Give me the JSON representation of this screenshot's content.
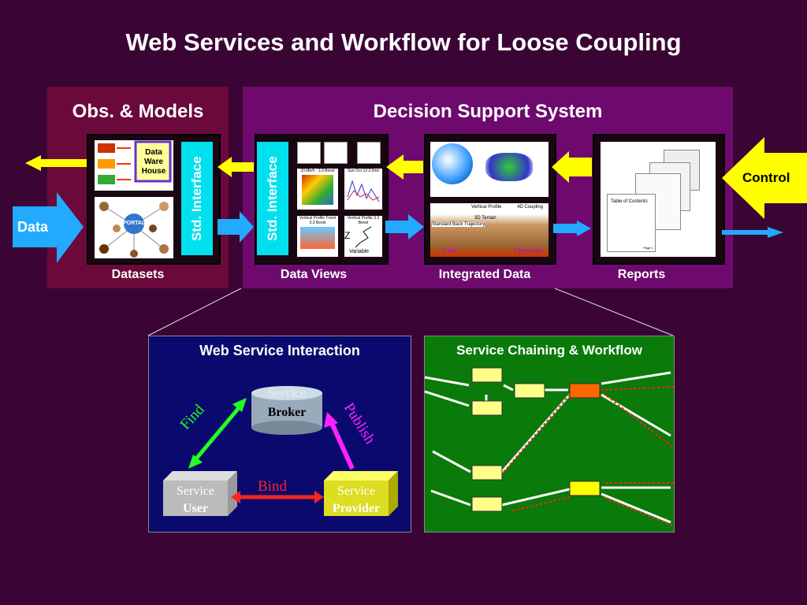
{
  "title": "Web Services and Workflow for Loose Coupling",
  "obs_models": {
    "header": "Obs. & Models",
    "caption": "Datasets",
    "warehouse_label": "Data Ware House",
    "portal_label": "PORTAL",
    "interface_label": "Std. Interface"
  },
  "dss": {
    "header": "Decision Support System",
    "data_views": {
      "caption": "Data Views",
      "interface_label": "Std. Interface",
      "plot1": "33 Mb/h - 3.3 Bevel",
      "plot2": "Sun Oct 13 2.0ms",
      "plot3": "Vertical Profile Trend 3.3 Bevel",
      "plot4": "Vertical Profile 3.3 Bevel",
      "z_label": "Z",
      "var_label": "Variable"
    },
    "integrated": {
      "caption": "Integrated Data",
      "profile_label": "Vertical Profile",
      "coupling": "4D Coupling",
      "backtraj": "Standard Back Trajectory",
      "terrain": "3D Terrain",
      "ydim": "Y Dimension",
      "xdim": "X Dim"
    },
    "reports": {
      "caption": "Reports",
      "toc": "Table of Contents",
      "page": "Page 1"
    }
  },
  "data_arrow_label": "Data",
  "control_label": "Control",
  "wsi": {
    "header": "Web Service Interaction",
    "broker_l1": "Service",
    "broker_l2": "Broker",
    "user_l1": "Service",
    "user_l2": "User",
    "provider_l1": "Service",
    "provider_l2": "Provider",
    "find": "Find",
    "publish": "Publish",
    "bind": "Bind"
  },
  "chain": {
    "header": "Service Chaining & Workflow"
  },
  "colors": {
    "background": "#3a0535",
    "maroon_panel": "#6b0a3a",
    "purple_panel": "#6e0a6e",
    "wsi_panel": "#0a0a6e",
    "chain_panel": "#0a7a0a",
    "interface": "#00e0ee",
    "arrow_blue": "#22aaff",
    "arrow_yellow": "#ffff00",
    "find": "#22ff22",
    "publish": "#ff22ff",
    "bind": "#ff2222"
  }
}
